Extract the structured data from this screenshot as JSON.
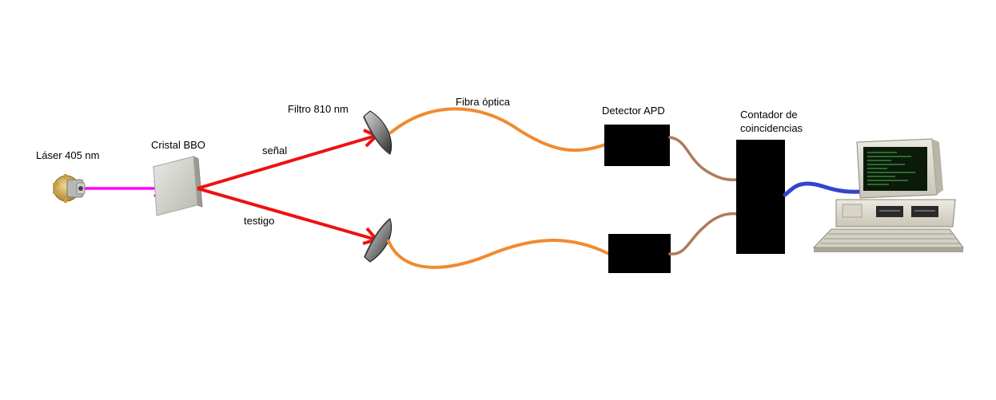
{
  "labels": {
    "laser": "Láser 405 nm",
    "crystal": "Cristal BBO",
    "signal": "señal",
    "idler": "testigo",
    "filter": "Filtro 810 nm",
    "fiber": "Fibra óptica",
    "detector": "Detector APD",
    "counter_line1": "Contador de",
    "counter_line2": "coincidencias"
  },
  "colors": {
    "pump_beam": "#ff00ff",
    "downconverted_beams": "#ee1111",
    "optical_fiber": "#f08a30",
    "electrical_cable": "#b07a5a",
    "computer_cable": "#3344cc",
    "detector_box": "#000000",
    "counter_box": "#000000"
  },
  "icons": {
    "laser": "laser-diode-icon",
    "crystal": "bbo-crystal-icon",
    "filter": "lens-filter-icon",
    "computer": "desktop-computer-icon"
  }
}
